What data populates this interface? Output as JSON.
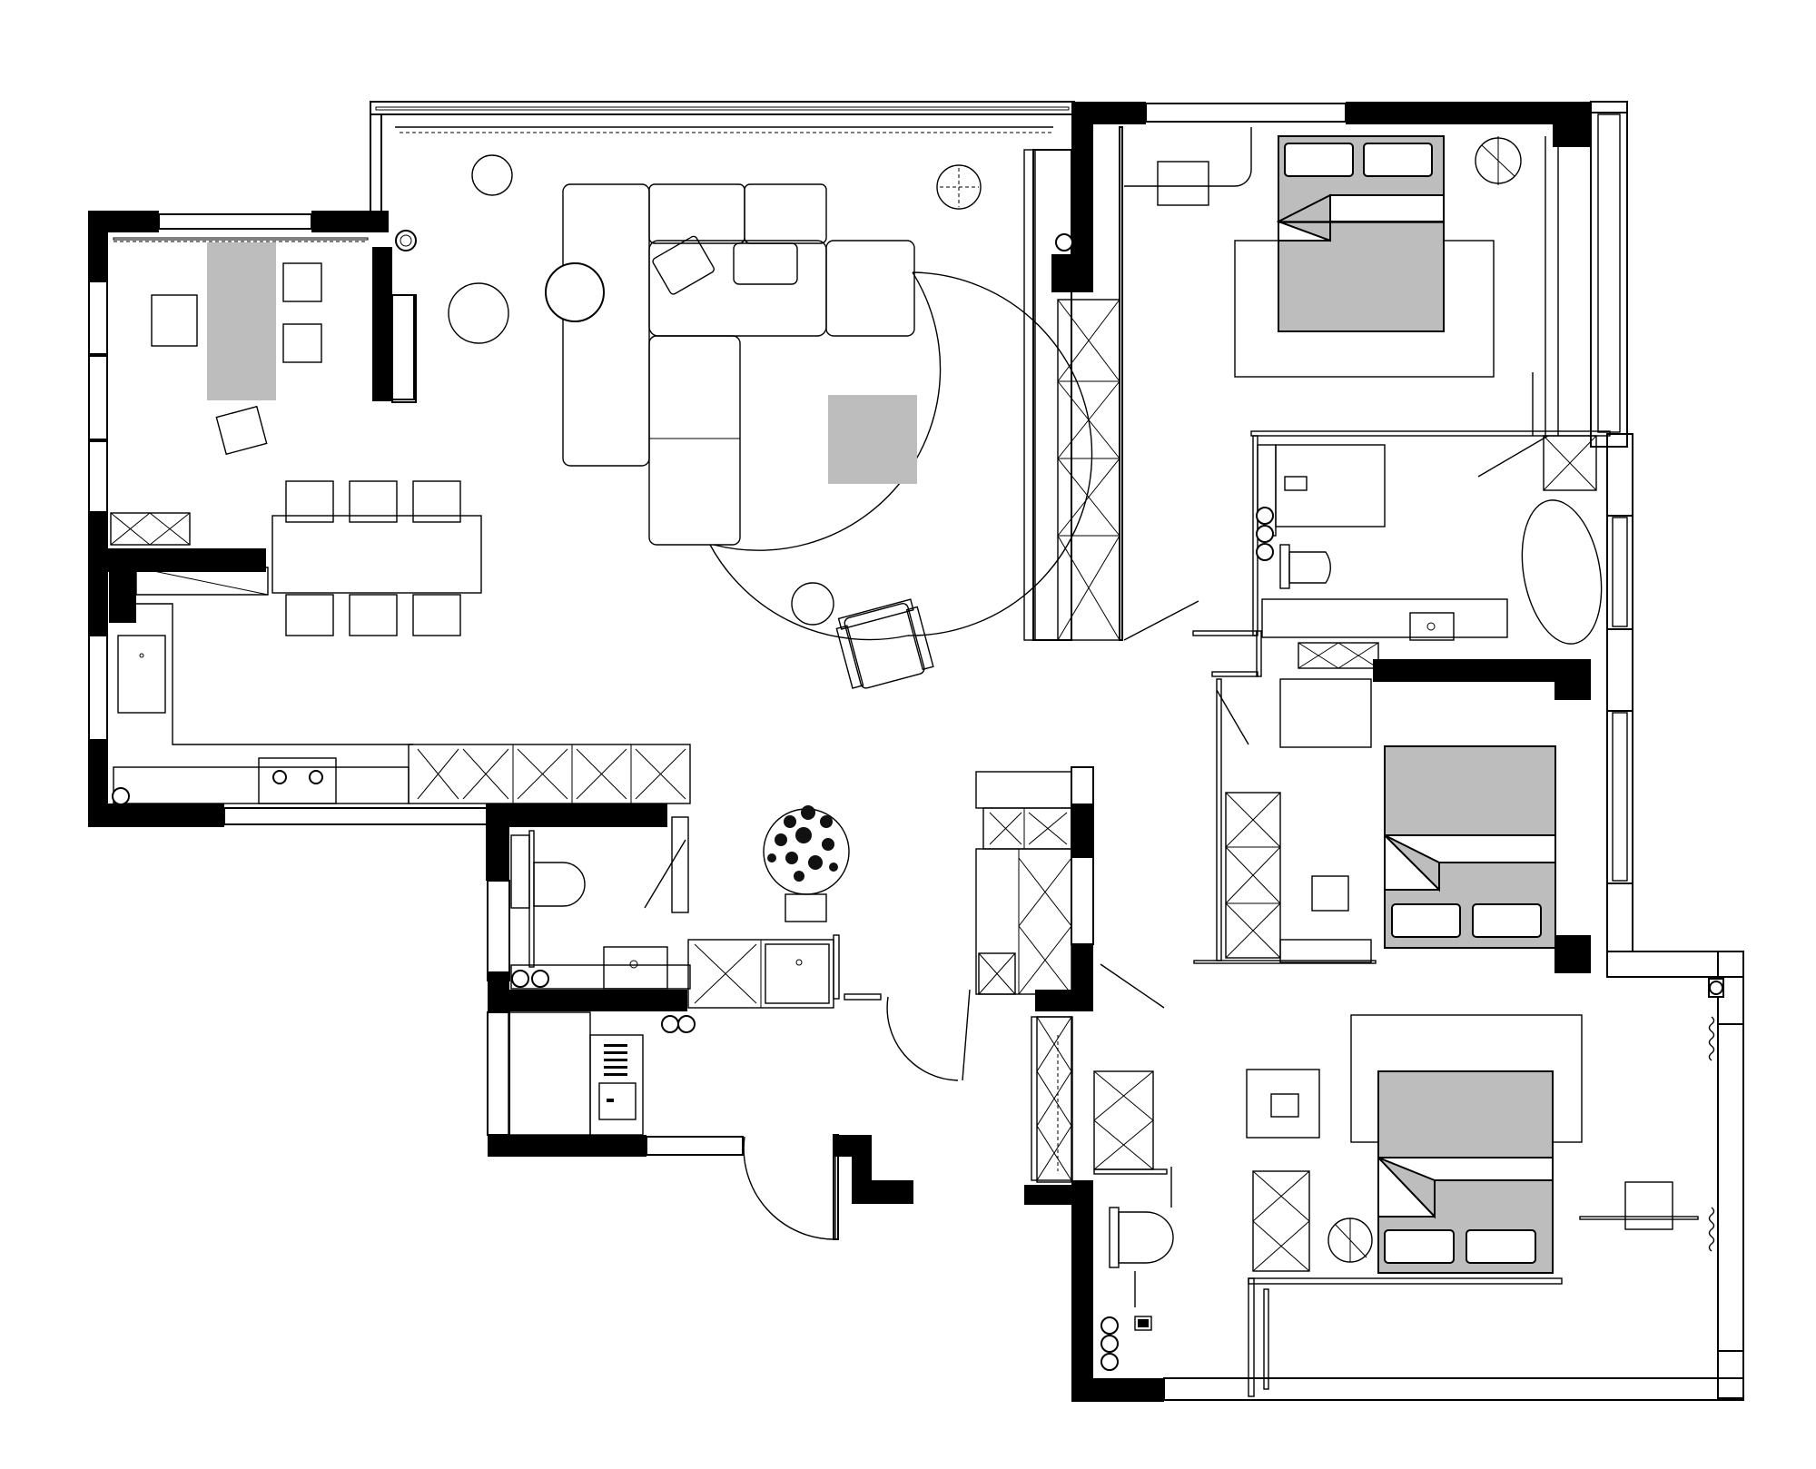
{
  "plan": {
    "ink_color": "#000000",
    "fill_color": "#bdbdbd",
    "background_color": "#ffffff",
    "rooms": [
      "living-room",
      "dining-area",
      "kitchen",
      "study",
      "master-bedroom",
      "master-bathroom",
      "bedroom-2",
      "bedroom-3",
      "guest-bathroom",
      "powder-room",
      "laundry",
      "entrance"
    ]
  }
}
